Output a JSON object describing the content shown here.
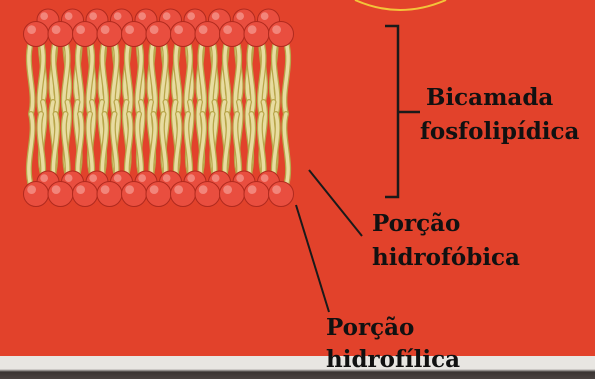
{
  "labels": {
    "bilayer_line1": "Bicamada",
    "bilayer_line2": "fosfolipídica",
    "hydrophobic_line1": "Porção",
    "hydrophobic_line2": "hidrofóbica",
    "hydrophilic_line1": "Porção",
    "hydrophilic_line2": "hidrofílica"
  },
  "colors": {
    "background": "#e2422b",
    "head": "#e94e3f",
    "head_highlight": "#f4938a",
    "tail": "#e8dca0",
    "tail_shadow": "#b8a64a",
    "leader_line": "#1a1a1a",
    "circle_outline": "#f3c43a"
  }
}
